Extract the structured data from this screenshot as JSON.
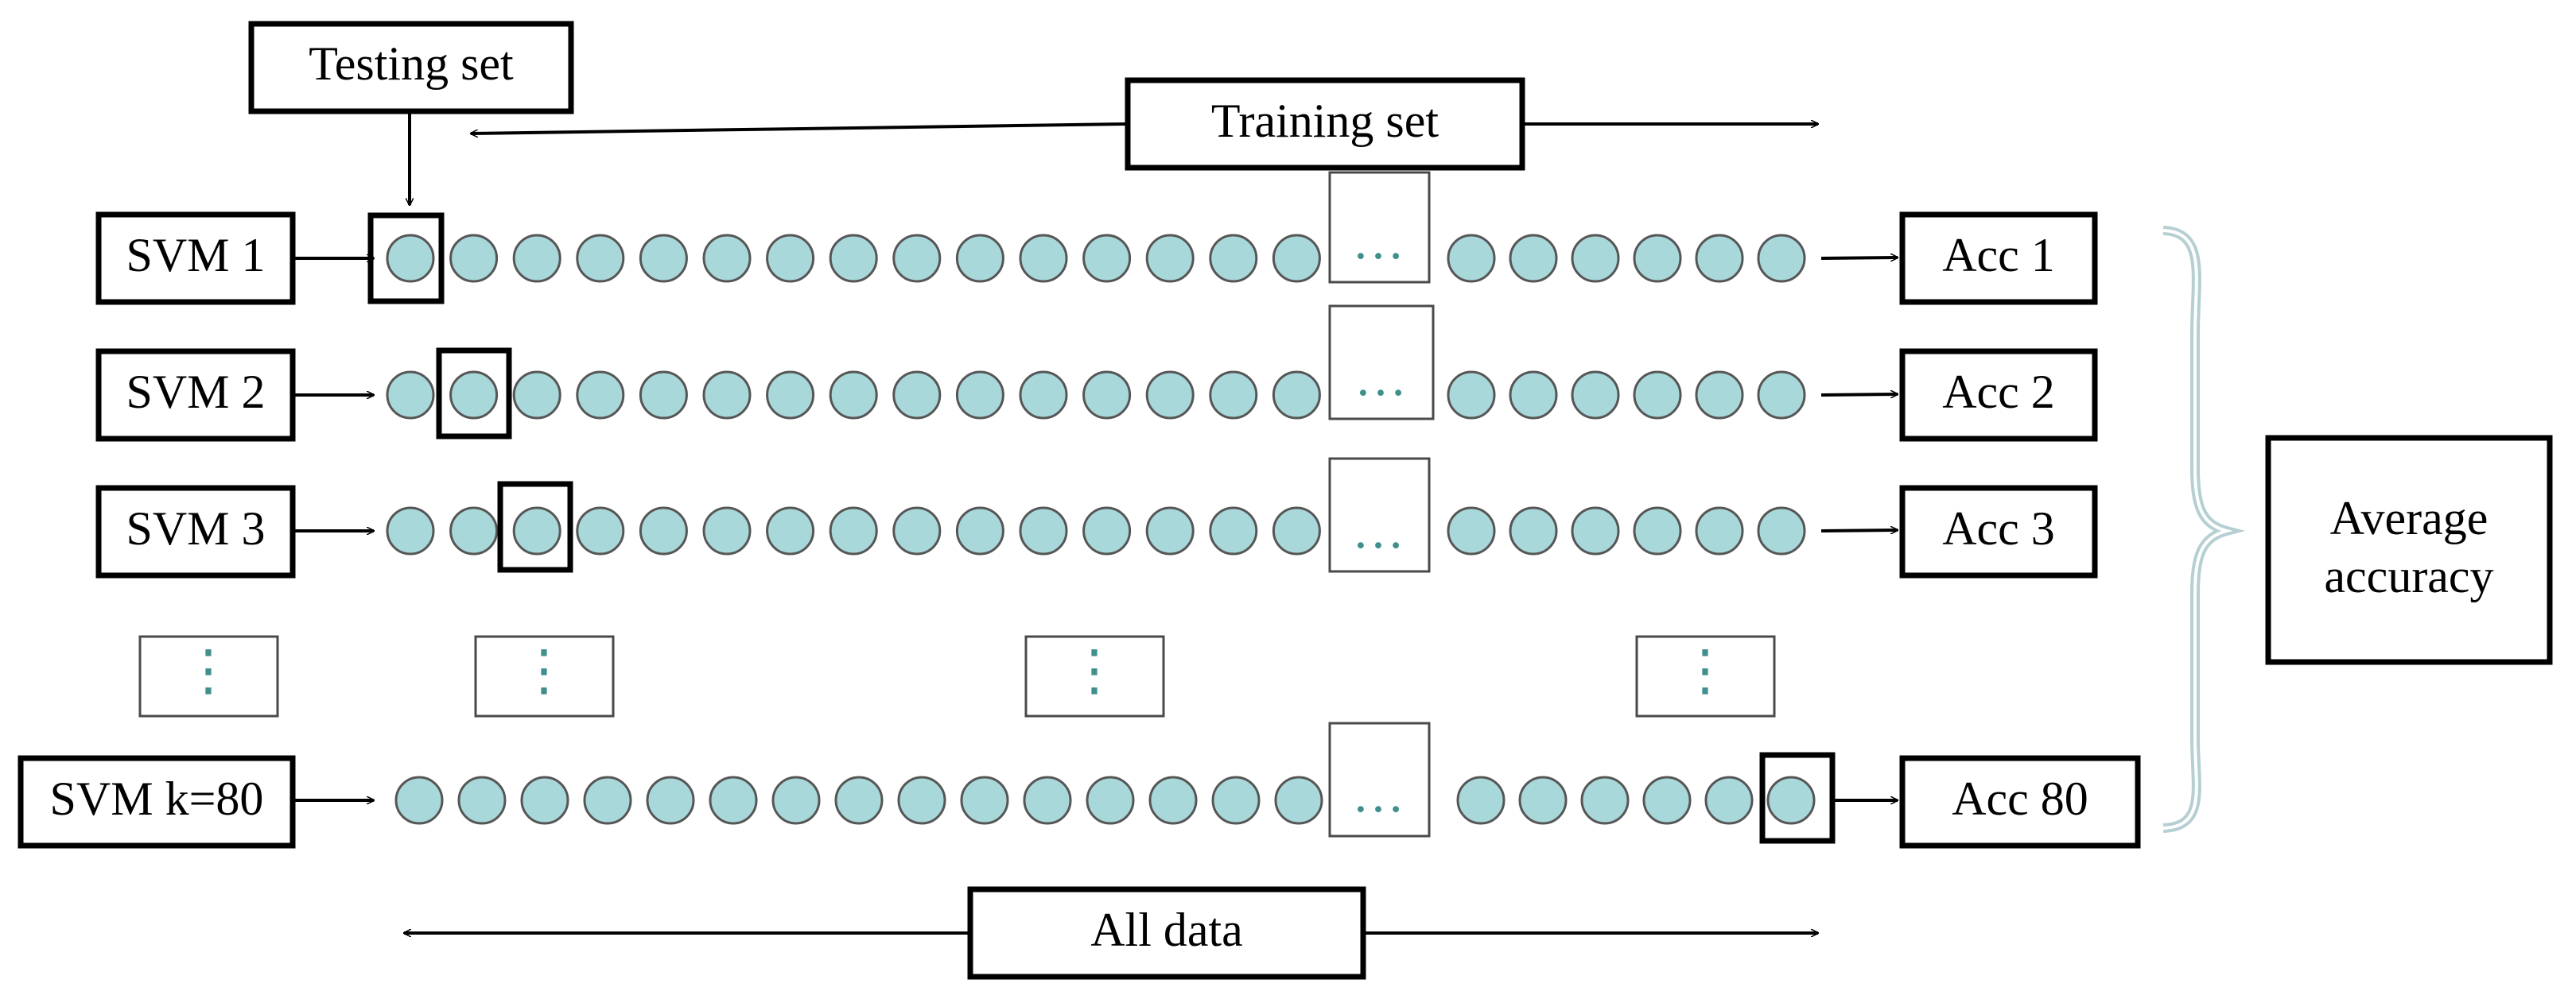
{
  "labels": {
    "testing_set": "Testing set",
    "training_set": "Training set",
    "all_data": "All data",
    "average_accuracy_line1": "Average",
    "average_accuracy_line2": "accuracy",
    "ellipsis_horizontal": "…",
    "ellipsis_vertical": "⋮"
  },
  "rows": [
    {
      "model": "SVM 1",
      "accuracy": "Acc 1",
      "test_fold": 1
    },
    {
      "model": "SVM 2",
      "accuracy": "Acc 2",
      "test_fold": 2
    },
    {
      "model": "SVM 3",
      "accuracy": "Acc 3",
      "test_fold": 3
    },
    {
      "model": "SVM k=80",
      "accuracy": "Acc 80",
      "test_fold": 80
    }
  ],
  "samples": {
    "visible_before_gap": 15,
    "visible_after_gap": 6
  },
  "colors": {
    "sample_fill": "#a9d8da",
    "dots_color": "#3f8f8d",
    "brace_color": "#b5cfd2"
  }
}
